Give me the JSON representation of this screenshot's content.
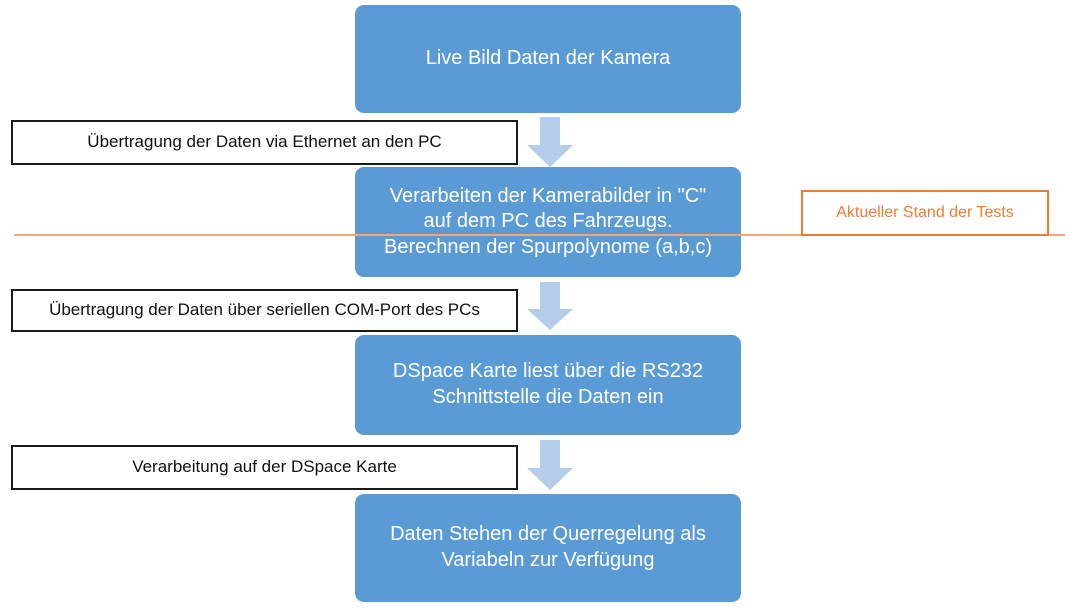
{
  "diagram": {
    "title": "Datenfluss Kamera zu Querregelung",
    "colors": {
      "process_fill": "#5b9bd5",
      "process_text": "#ffffff",
      "label_border": "#1a1a1a",
      "label_text": "#101010",
      "accent_orange": "#ed7d31",
      "divider_orange": "#f0a875",
      "arrow_fill": "#b4cde8",
      "background": "#ffffff"
    },
    "processes": [
      {
        "id": "camera-live-data",
        "text": "Live Bild Daten der Kamera"
      },
      {
        "id": "process-in-c",
        "line1": "Verarbeiten der Kamerabilder in \"C\"",
        "line2": "auf dem PC des Fahrzeugs.",
        "line3": "Berechnen der Spurpolynome (a,b,c)"
      },
      {
        "id": "dspace-read",
        "line1": "DSpace Karte liest über die RS232",
        "line2": "Schnittstelle die Daten ein"
      },
      {
        "id": "data-available",
        "line1": "Daten Stehen der Querregelung als",
        "line2": "Variabeln zur Verfügung"
      }
    ],
    "labels": [
      {
        "id": "transfer-ethernet",
        "text": "Übertragung der Daten via Ethernet an den PC"
      },
      {
        "id": "transfer-com-port",
        "text": "Übertragung der Daten über seriellen COM-Port des PCs"
      },
      {
        "id": "process-on-dspace",
        "text": "Verarbeitung auf der DSpace Karte"
      }
    ],
    "callout": {
      "id": "current-test-status",
      "text": "Aktueller Stand der Tests"
    },
    "arrows": [
      {
        "id": "arrow-1",
        "direction": "down"
      },
      {
        "id": "arrow-2",
        "direction": "down"
      },
      {
        "id": "arrow-3",
        "direction": "down"
      }
    ]
  }
}
